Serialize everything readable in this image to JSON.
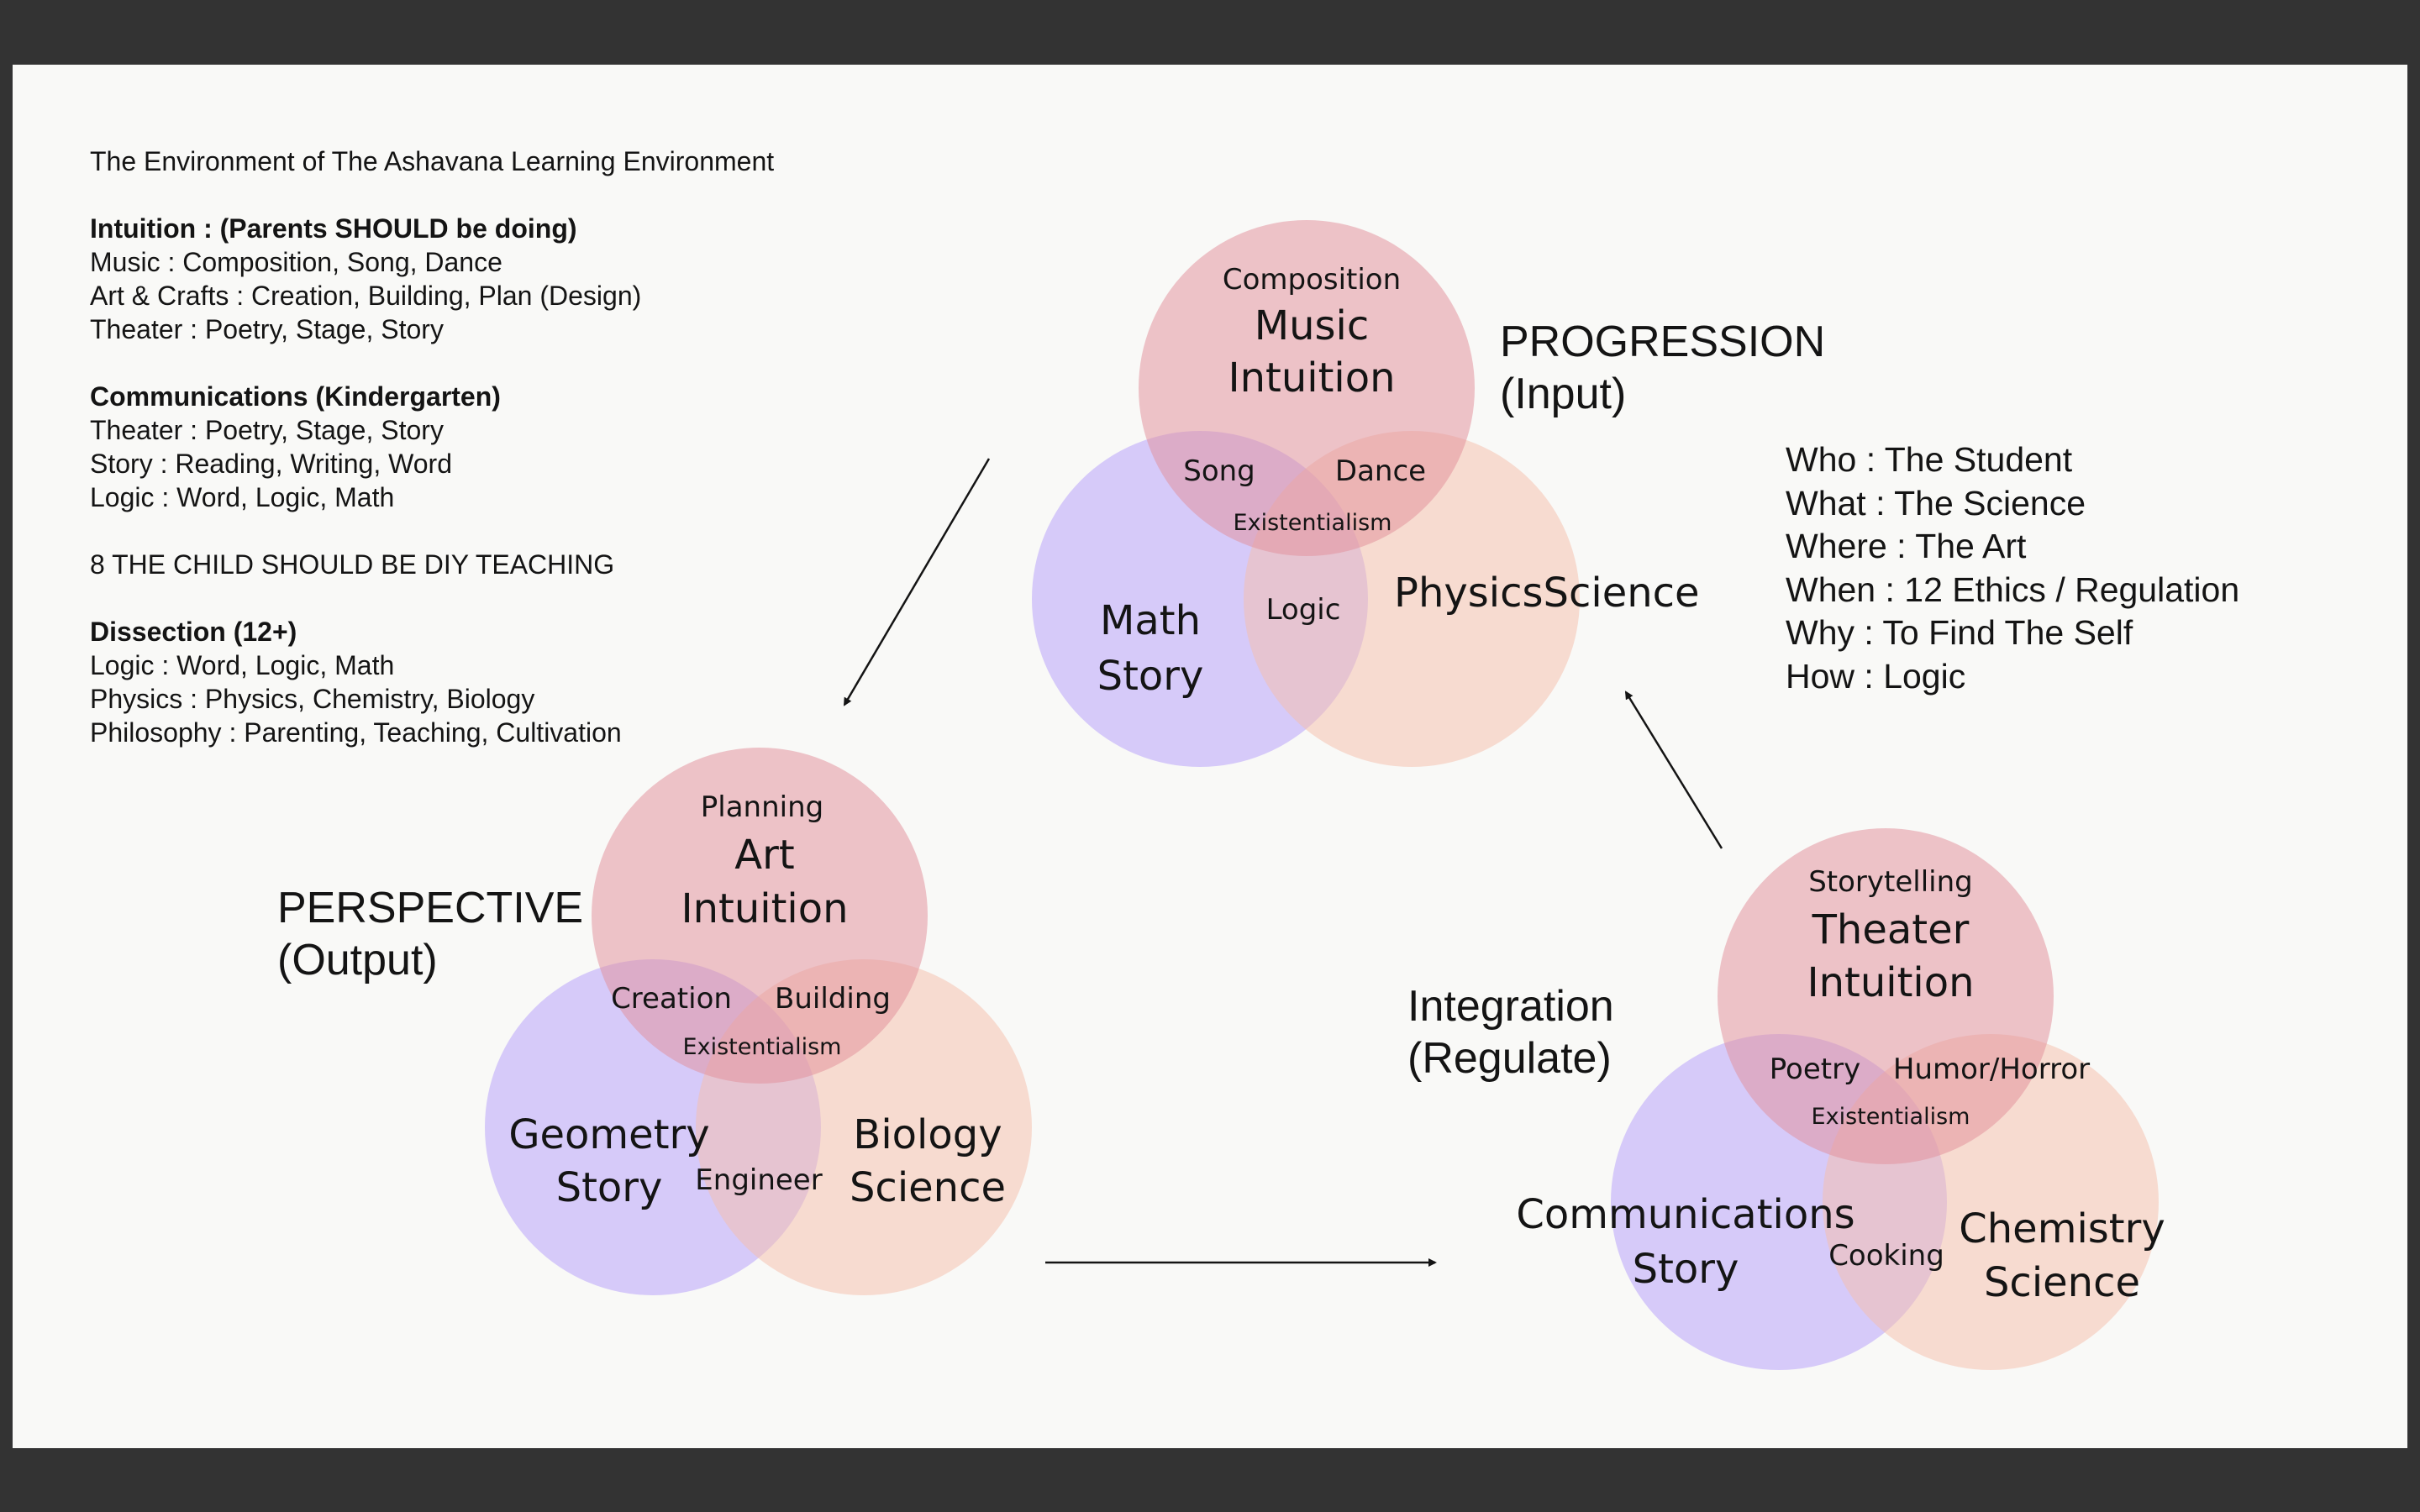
{
  "notes": {
    "title": "The Environment of The Ashavana Learning Environment",
    "sections": [
      {
        "heading": "Intuition : (Parents SHOULD be doing)",
        "lines": [
          "Music : Composition, Song, Dance",
          "Art & Crafts : Creation, Building, Plan (Design)",
          "Theater : Poetry, Stage, Story"
        ]
      },
      {
        "heading": "Communications (Kindergarten)",
        "lines": [
          "Theater : Poetry, Stage, Story",
          "Story : Reading, Writing, Word",
          "Logic : Word, Logic, Math"
        ]
      },
      {
        "heading": "",
        "lines": [
          "8 THE CHILD SHOULD BE DIY TEACHING"
        ]
      },
      {
        "heading": "Dissection (12+)",
        "lines": [
          "Logic : Word, Logic, Math",
          "Physics : Physics, Chemistry, Biology",
          "Philosophy : Parenting, Teaching, Cultivation"
        ]
      }
    ]
  },
  "five_w": [
    "Who : The Student",
    "What : The Science",
    "Where : The Art",
    "When : 12 Ethics / Regulation",
    "Why : To Find The Self",
    "How : Logic"
  ],
  "colors": {
    "intuition": "#e3909c",
    "story": "#b39cfb",
    "science": "#f5bea9",
    "background": "#f9f9f7",
    "frame": "#333333"
  },
  "venns": {
    "progression": {
      "label": [
        "PROGRESSION",
        "(Input)"
      ],
      "top": {
        "sub": "Composition",
        "main": [
          "Music",
          "Intuition"
        ]
      },
      "left": {
        "main": [
          "Math",
          "Story"
        ]
      },
      "right": {
        "main": [
          "PhysicsScience"
        ]
      },
      "top_left": "Song",
      "top_right": "Dance",
      "left_right": "Logic",
      "center": "Existentialism"
    },
    "perspective": {
      "label": [
        "PERSPECTIVE",
        "(Output)"
      ],
      "top": {
        "sub": "Planning",
        "main": [
          "Art",
          "Intuition"
        ]
      },
      "left": {
        "main": [
          "Geometry",
          "Story"
        ]
      },
      "right": {
        "main": [
          "Biology",
          "Science"
        ]
      },
      "top_left": "Creation",
      "top_right": "Building",
      "left_right": "Engineer",
      "center": "Existentialism"
    },
    "integration": {
      "label": [
        "Integration",
        "(Regulate)"
      ],
      "top": {
        "sub": "Storytelling",
        "main": [
          "Theater",
          "Intuition"
        ]
      },
      "left": {
        "main": [
          "Communications",
          "Story"
        ]
      },
      "right": {
        "main": [
          "Chemistry",
          "Science"
        ]
      },
      "top_left": "Poetry",
      "top_right": "Humor/Horror",
      "left_right": "Cooking",
      "center": "Existentialism"
    }
  }
}
